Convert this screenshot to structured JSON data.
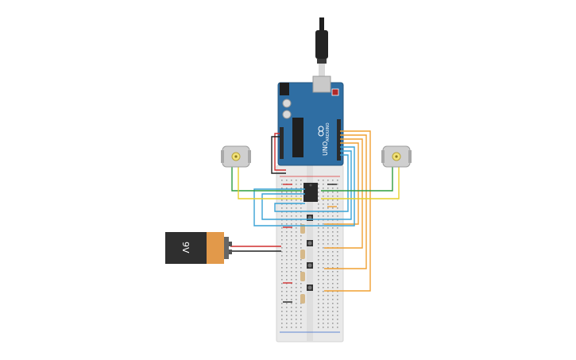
{
  "arduino": {
    "brand": "UNO",
    "logo_text": "ARDUINO",
    "colors": {
      "board": "#2f6ea3",
      "usb": "#c9c9c9",
      "header": "#2b2b2b"
    }
  },
  "battery": {
    "label": "9V",
    "colors": {
      "body": "#2f2f2f",
      "wrap": "#e2994a",
      "terminal": "#666666"
    }
  },
  "motors": [
    {
      "name": "left-motor"
    },
    {
      "name": "right-motor"
    }
  ],
  "breadboard": {
    "color": "#e9e9e9",
    "hole": "#9c9c9c"
  },
  "wire_colors": {
    "orange": "#f0a032",
    "blue": "#3aa3d6",
    "green": "#2f9d3e",
    "yellow": "#e6cf2a",
    "red": "#d12f2f",
    "black": "#222222"
  }
}
